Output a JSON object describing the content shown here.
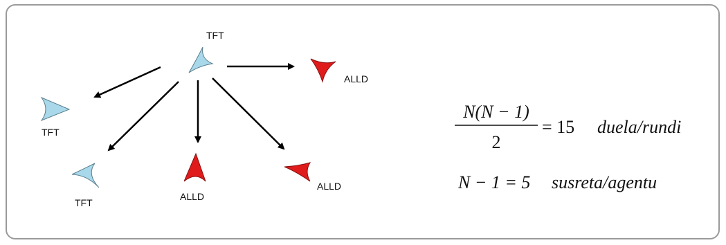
{
  "agents": {
    "center": {
      "label": "TFT",
      "strategy": "TFT",
      "color": "#a9d8ea"
    },
    "left": {
      "label": "TFT",
      "strategy": "TFT",
      "color": "#a9d8ea"
    },
    "bottom_left": {
      "label": "TFT",
      "strategy": "TFT",
      "color": "#a9d8ea"
    },
    "bottom": {
      "label": "ALLD",
      "strategy": "ALLD",
      "color": "#e01b1b"
    },
    "bottom_right": {
      "label": "ALLD",
      "strategy": "ALLD",
      "color": "#e01b1b"
    },
    "right": {
      "label": "ALLD",
      "strategy": "ALLD",
      "color": "#e01b1b"
    }
  },
  "formulas": {
    "f1_numerator": "N(N − 1)",
    "f1_denominator": "2",
    "f1_rhs_eq": "= 15",
    "f1_rhs_text": "duela/rundi",
    "f2_lhs": "N − 1 = 5",
    "f2_rhs_text": "susreta/agentu"
  }
}
